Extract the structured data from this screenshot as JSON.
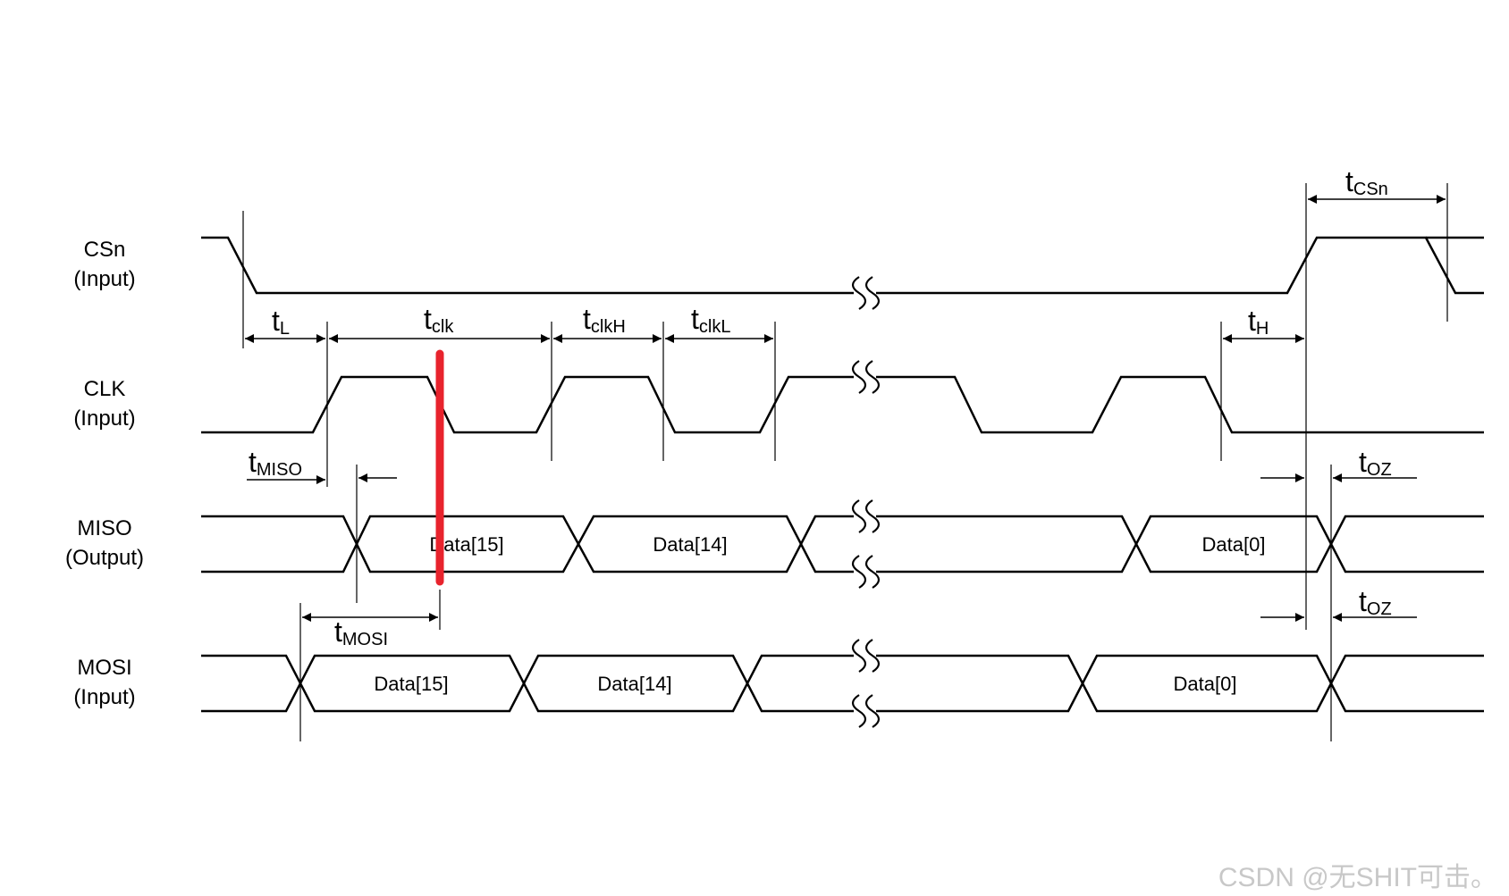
{
  "signals": {
    "csn": {
      "name": "CSn",
      "dir": "(Input)"
    },
    "clk": {
      "name": "CLK",
      "dir": "(Input)"
    },
    "miso": {
      "name": "MISO",
      "dir": "(Output)"
    },
    "mosi": {
      "name": "MOSI",
      "dir": "(Input)"
    }
  },
  "timing": {
    "tL": {
      "t": "t",
      "sub": "L"
    },
    "tclk": {
      "t": "t",
      "sub": "clk"
    },
    "tclkH": {
      "t": "t",
      "sub": "clkH"
    },
    "tclkL": {
      "t": "t",
      "sub": "clkL"
    },
    "tH": {
      "t": "t",
      "sub": "H"
    },
    "tCSn": {
      "t": "t",
      "sub": "CSn"
    },
    "tMISO": {
      "t": "t",
      "sub": "MISO"
    },
    "tMOSI": {
      "t": "t",
      "sub": "MOSI"
    },
    "tOZ_miso": {
      "t": "t",
      "sub": "OZ"
    },
    "tOZ_mosi": {
      "t": "t",
      "sub": "OZ"
    }
  },
  "data_labels": {
    "miso": [
      "Data[15]",
      "Data[14]",
      "Data[0]"
    ],
    "mosi": [
      "Data[15]",
      "Data[14]",
      "Data[0]"
    ]
  },
  "colors": {
    "marker": "#e8232d",
    "line": "#000000",
    "watermark": "#c8c8c8"
  },
  "watermark": "CSDN @无SHIT可击。"
}
